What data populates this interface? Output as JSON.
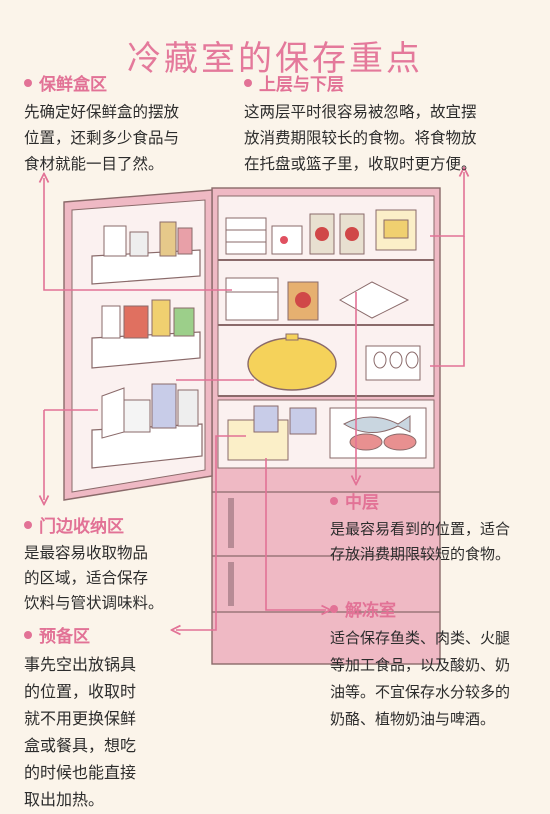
{
  "title": "冷藏室的保存重点",
  "colors": {
    "accent": "#e27296",
    "fridge": "#efb9c4",
    "paper": "#fbf4ea"
  },
  "sections": {
    "box": {
      "heading": "保鲜盒区",
      "lines": [
        "先确定好保鲜盒的摆放",
        "位置，还剩多少食品与",
        "食材就能一目了然。"
      ]
    },
    "upper": {
      "heading": "上层与下层",
      "lines": [
        "这两层平时很容易被忽略，故宜摆",
        "放消费期限较长的食物。将食物放",
        "在托盘或篮子里，收取时更方便。"
      ]
    },
    "middle": {
      "heading": "中层",
      "lines": [
        "是最容易看到的位置，适合",
        "存放消费期限较短的食物。"
      ]
    },
    "door": {
      "heading": "门边收纳区",
      "lines": [
        "是最容易收取物品",
        "的区域，适合保存",
        "饮料与管状调味料。"
      ]
    },
    "thaw": {
      "heading": "解冻室",
      "lines": [
        "适合保存鱼类、肉类、火腿",
        "等加工食品，以及酸奶、奶",
        "油等。不宜保存水分较多的",
        "奶酪、植物奶油与啤酒。"
      ]
    },
    "reserve": {
      "heading": "预备区",
      "lines": [
        "事先空出放锅具",
        "的位置，收取时",
        "就不用更换保鲜",
        "盒或餐具，想吃",
        "的时候也能直接",
        "取出加热。"
      ]
    }
  },
  "illustration": {
    "icons": [
      "fridge-icon",
      "milk-carton-icon",
      "bottle-icon",
      "jar-icon",
      "food-container-icon",
      "pot-icon",
      "egg-tray-icon",
      "fish-icon",
      "tray-icon",
      "basket-icon"
    ]
  }
}
